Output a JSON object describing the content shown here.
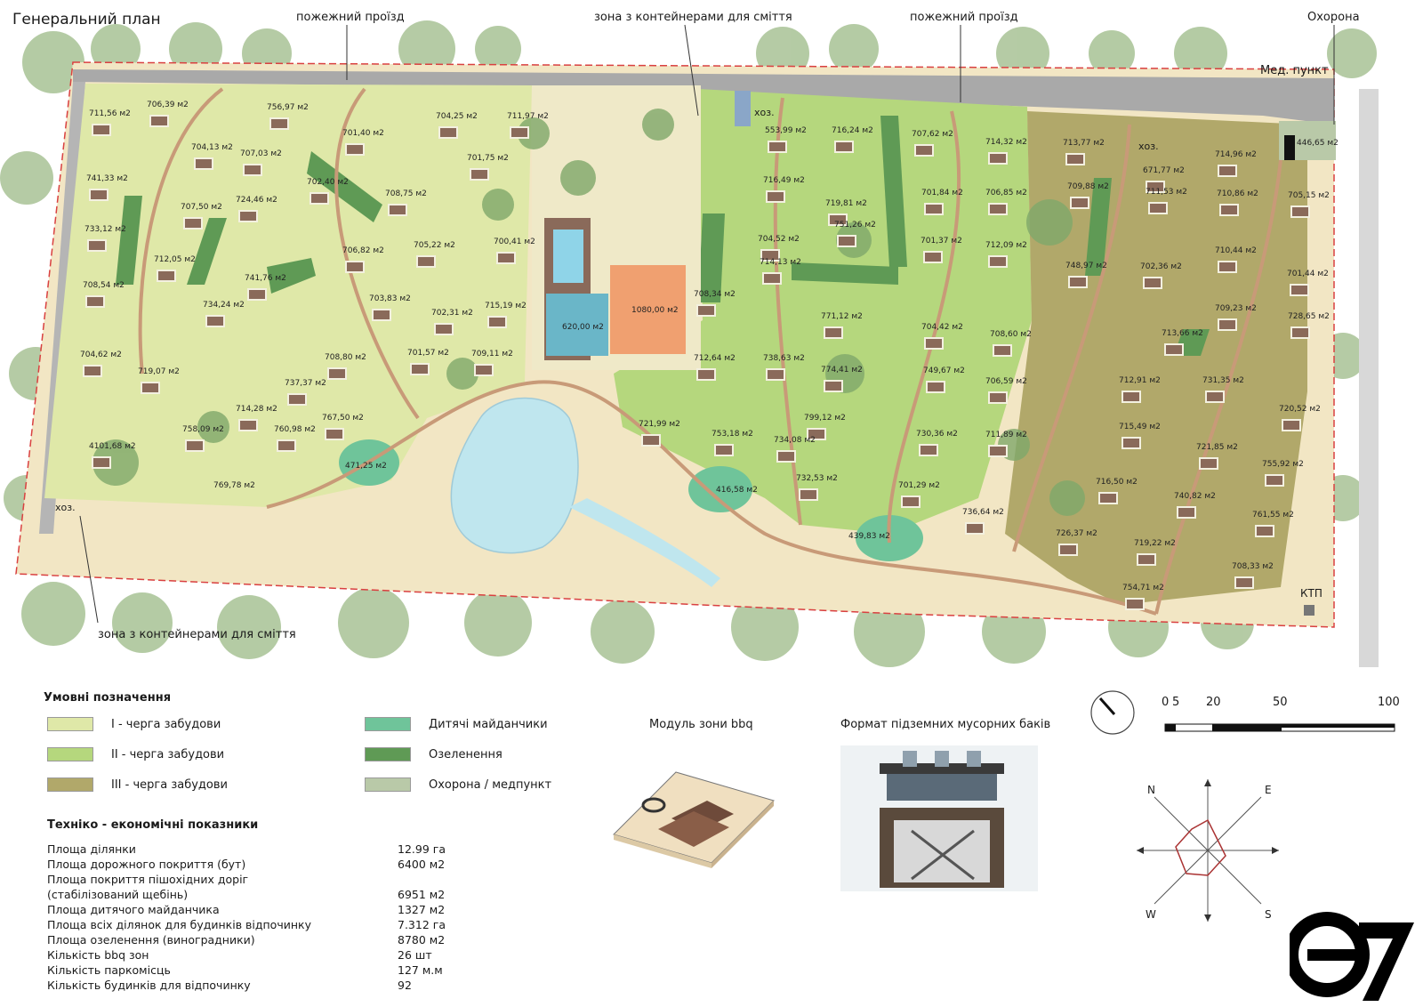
{
  "title": "Генеральний план",
  "annotations": {
    "fire_lane": "пожежний проїзд",
    "garbage_zone": "зона з контейнерами для сміття",
    "security": "Охорона",
    "med_point": "Мед. пункт",
    "service": "хоз.",
    "ktp": "КТП"
  },
  "area_labels": [
    "711,56 м2",
    "706,39 м2",
    "756,97 м2",
    "704,25 м2",
    "711,97 м2",
    "704,13 м2",
    "701,40 м2",
    "707,03 м2",
    "741,33 м2",
    "701,75 м2",
    "707,50 м2",
    "702,40 м2",
    "724,46 м2",
    "708,75 м2",
    "733,12 м2",
    "712,05 м2",
    "706,82 м2",
    "705,22 м2",
    "700,41 м2",
    "741,76 м2",
    "708,54 м2",
    "734,24 м2",
    "703,83 м2",
    "702,31 м2",
    "715,19 м2",
    "704,62 м2",
    "719,07 м2",
    "737,37 м2",
    "708,80 м2",
    "701,57 м2",
    "709,11 м2",
    "714,28 м2",
    "758,09 м2",
    "760,98 м2",
    "767,50 м2",
    "4101,68 м2",
    "769,78 м2",
    "471,25 м2",
    "620,00 м2",
    "1080,00 м2",
    "553,99 м2",
    "716,24 м2",
    "707,62 м2",
    "714,32 м2",
    "713,77 м2",
    "716,49 м2",
    "719,81 м2",
    "701,84 м2",
    "706,85 м2",
    "709,88 м2",
    "751,26 м2",
    "704,52 м2",
    "701,37 м2",
    "712,09 м2",
    "714,13 м2",
    "748,97 м2",
    "708,34 м2",
    "771,12 м2",
    "704,42 м2",
    "708,60 м2",
    "712,64 м2",
    "738,63 м2",
    "774,41 м2",
    "749,67 м2",
    "706,59 м2",
    "721,99 м2",
    "753,18 м2",
    "734,08 м2",
    "799,12 м2",
    "730,36 м2",
    "711,89 м2",
    "732,53 м2",
    "701,29 м2",
    "736,64 м2",
    "416,58 м2",
    "439,83 м2",
    "446,65 м2",
    "714,96 м2",
    "671,77 м2",
    "711,53 м2",
    "710,86 м2",
    "705,15 м2",
    "702,36 м2",
    "710,44 м2",
    "701,44 м2",
    "709,23 м2",
    "728,65 м2",
    "713,66 м2",
    "712,91 м2",
    "731,35 м2",
    "720,52 м2",
    "715,49 м2",
    "721,85 м2",
    "755,92 м2",
    "716,50 м2",
    "740,82 м2",
    "761,55 м2",
    "726,37 м2",
    "719,22 м2",
    "708,33 м2",
    "754,71 м2"
  ],
  "legend": {
    "heading": "Умовні позначення",
    "items": [
      {
        "label": "І - черга забудови",
        "color": "#dfe8a8"
      },
      {
        "label": "ІІ - черга забудови",
        "color": "#b5d77d"
      },
      {
        "label": "ІІІ - черга забудови",
        "color": "#b1a86a"
      },
      {
        "label": "Дитячі майданчики",
        "color": "#6fc49a"
      },
      {
        "label": "Озеленення",
        "color": "#5f9a55"
      },
      {
        "label": "Охорона / медпункт",
        "color": "#b9c9a8"
      }
    ]
  },
  "stats": {
    "heading": "Техніко - економічні показники",
    "rows": [
      {
        "label": "Площа ділянки",
        "value": "12.99 га"
      },
      {
        "label": "Площа дорожного покриття (бут)",
        "value": "6400 м2"
      },
      {
        "label": "Площа покриття пішохідних доріг",
        "value": ""
      },
      {
        "label": "(стабілізований щебінь)",
        "value": "6951 м2"
      },
      {
        "label": "Площа дитячого майданчика",
        "value": "1327 м2"
      },
      {
        "label": "Площа всіх ділянок для будинків відпочинку",
        "value": "7.312 га"
      },
      {
        "label": "Площа озеленення (виноградники)",
        "value": "8780 м2"
      },
      {
        "label": "Кількість bbq зон",
        "value": "26 шт"
      },
      {
        "label": "Кількість паркомісць",
        "value": "127 м.м"
      },
      {
        "label": "Кількість будинків для відпочинку",
        "value": "92"
      }
    ]
  },
  "bbq_caption": "Модуль зони bbq",
  "bins_caption": "Формат підземних мусорних баків",
  "scale_labels": [
    "0",
    "5",
    "20",
    "50",
    "100"
  ],
  "compass": {
    "n": "N",
    "e": "E",
    "s": "S",
    "w": "W"
  },
  "colors": {
    "phase1": "#dfe8a8",
    "phase2": "#b5d77d",
    "phase3": "#b1a86a",
    "greenery": "#5f9a55",
    "playground": "#6fc49a",
    "sand": "#ead0a8",
    "road": "#a9a9a9",
    "water": "#bfe6ee",
    "trees": "#9fbd8a",
    "pool_area": "#6ab6c8",
    "hall_area": "#f0a070"
  }
}
